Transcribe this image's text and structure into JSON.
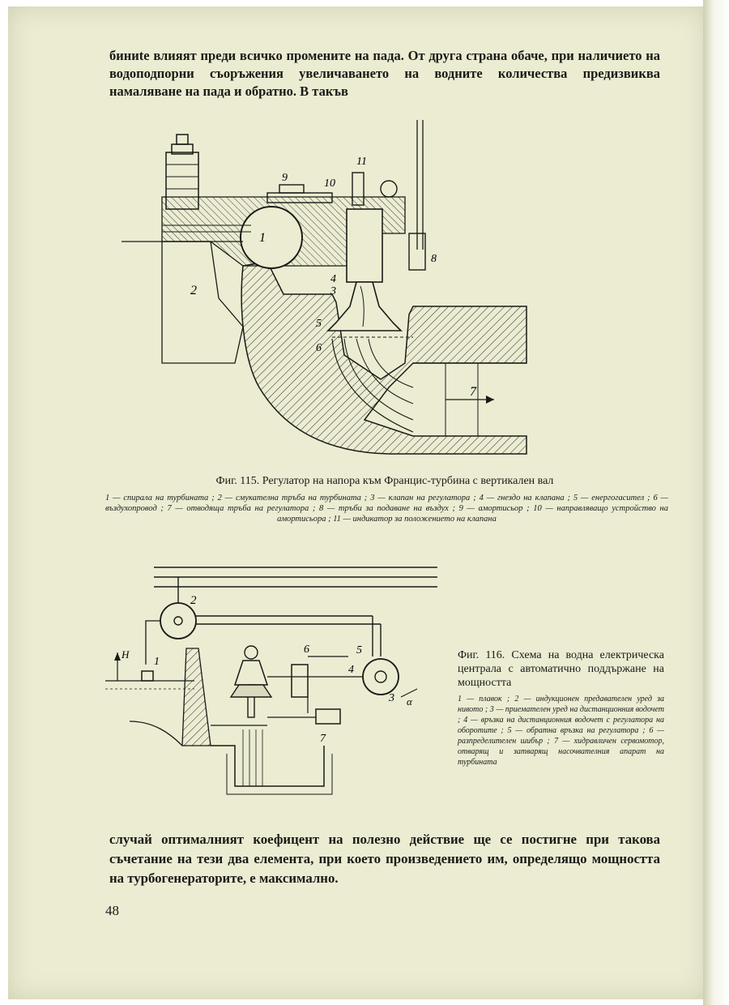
{
  "page": {
    "paragraph_top": "биниte влияят преди всичко промените на пада. От друга страна обаче, при наличието на водоподпорни съоръжения увеличаването на водните количества предизвиква намаляване на пада и обратно. В такъв",
    "paragraph_bottom": "случай оптималният коефицент на полезно действие ще се постигне при такова съчетание на тези два елемента, при което произведението им, определящо мощността на турбогенераторите, е максимално.",
    "page_number": "48"
  },
  "figure_115": {
    "caption": "Фиг. 115. Регулатор на напора към Францис-турбина с вертикален вал",
    "legend": "1 — спирала на турбината ; 2 — смукателна тръба на турбината ; 3 — клапан на регулатора ; 4 — гнездо на клапана ; 5 — енергогасител ; 6 — въздухопровод ; 7 — отводяща тръба на регулатора ; 8 — тръби за подаване на въздух ; 9 — амортисьор ; 10 — направляващо устройство на амортисьора ; 11 — индикатор за положението на клапана",
    "labels": [
      "1",
      "2",
      "3",
      "4",
      "5",
      "6",
      "7",
      "8",
      "9",
      "10",
      "11"
    ]
  },
  "figure_116": {
    "caption": "Фиг. 116. Схема на водна електрическа централа с автоматично поддържане на мощността",
    "legend": "1 — плавок ; 2 — индукционен предавателен уред за нивото ; 3 — приемателен уред на дистанционния водочет ; 4 — връзка на дистанционния водочет с регулатора на оборотите ; 5 — обратна връзка на регулатора ; 6 — разпределителен шибър ; 7 — хидравличен сервомотор, отварящ и затварящ насочвателния апарат на турбината",
    "labels": [
      "1",
      "2",
      "3",
      "4",
      "5",
      "6",
      "7"
    ],
    "label_H": "H",
    "label_alpha": "α"
  },
  "colors": {
    "paper": "#ebecd2",
    "ink": "#1a1a16"
  }
}
